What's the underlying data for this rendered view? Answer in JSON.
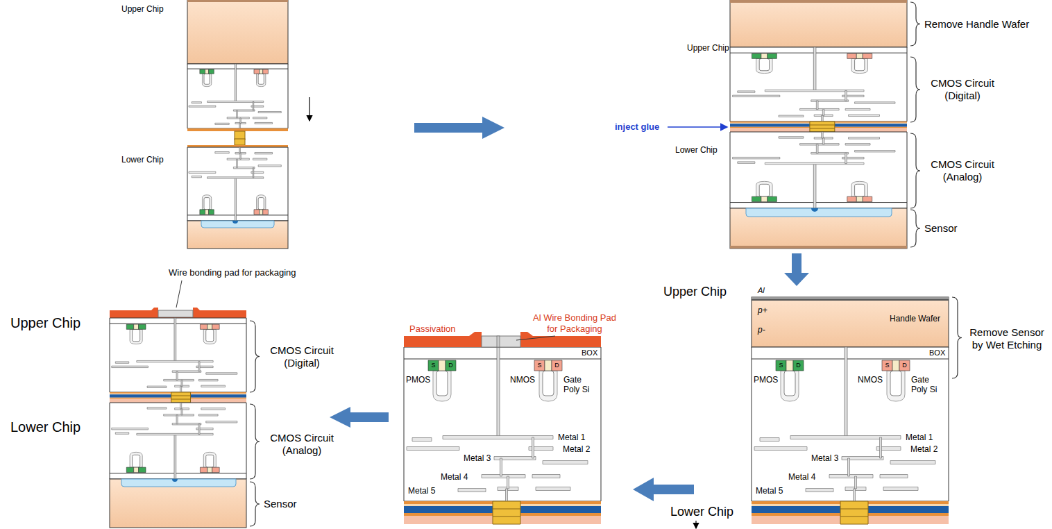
{
  "diagram": {
    "labels": [
      "Upper Chip",
      "Lower Chip",
      "Upper Chip",
      "Remove Handle Wafer",
      "CMOS Circuit (Digital)",
      "inject glue",
      "Lower Chip",
      "CMOS Circuit (Analog)",
      "Sensor",
      "Upper Chip",
      "Al",
      "p+",
      "Handle Wafer",
      "p-",
      "Remove Sensor by Wet Etching",
      "BOX",
      "S",
      "D",
      "S",
      "D",
      "PMOS",
      "NMOS",
      "Gate Poly Si",
      "Metal 1",
      "Metal 2",
      "Metal 3",
      "Metal 4",
      "Metal 5",
      "Lower Chip",
      "Passivation",
      "Al Wire Bonding Pad for Packaging",
      "BOX",
      "S",
      "D",
      "S",
      "D",
      "PMOS",
      "NMOS",
      "Gate Poly Si",
      "Metal 1",
      "Metal 2",
      "Metal 3",
      "Metal 4",
      "Metal 5",
      "Wire bonding pad for packaging",
      "Upper Chip",
      "CMOS Circuit (Digital)",
      "Lower Chip",
      "CMOS Circuit (Analog)",
      "Sensor"
    ]
  }
}
